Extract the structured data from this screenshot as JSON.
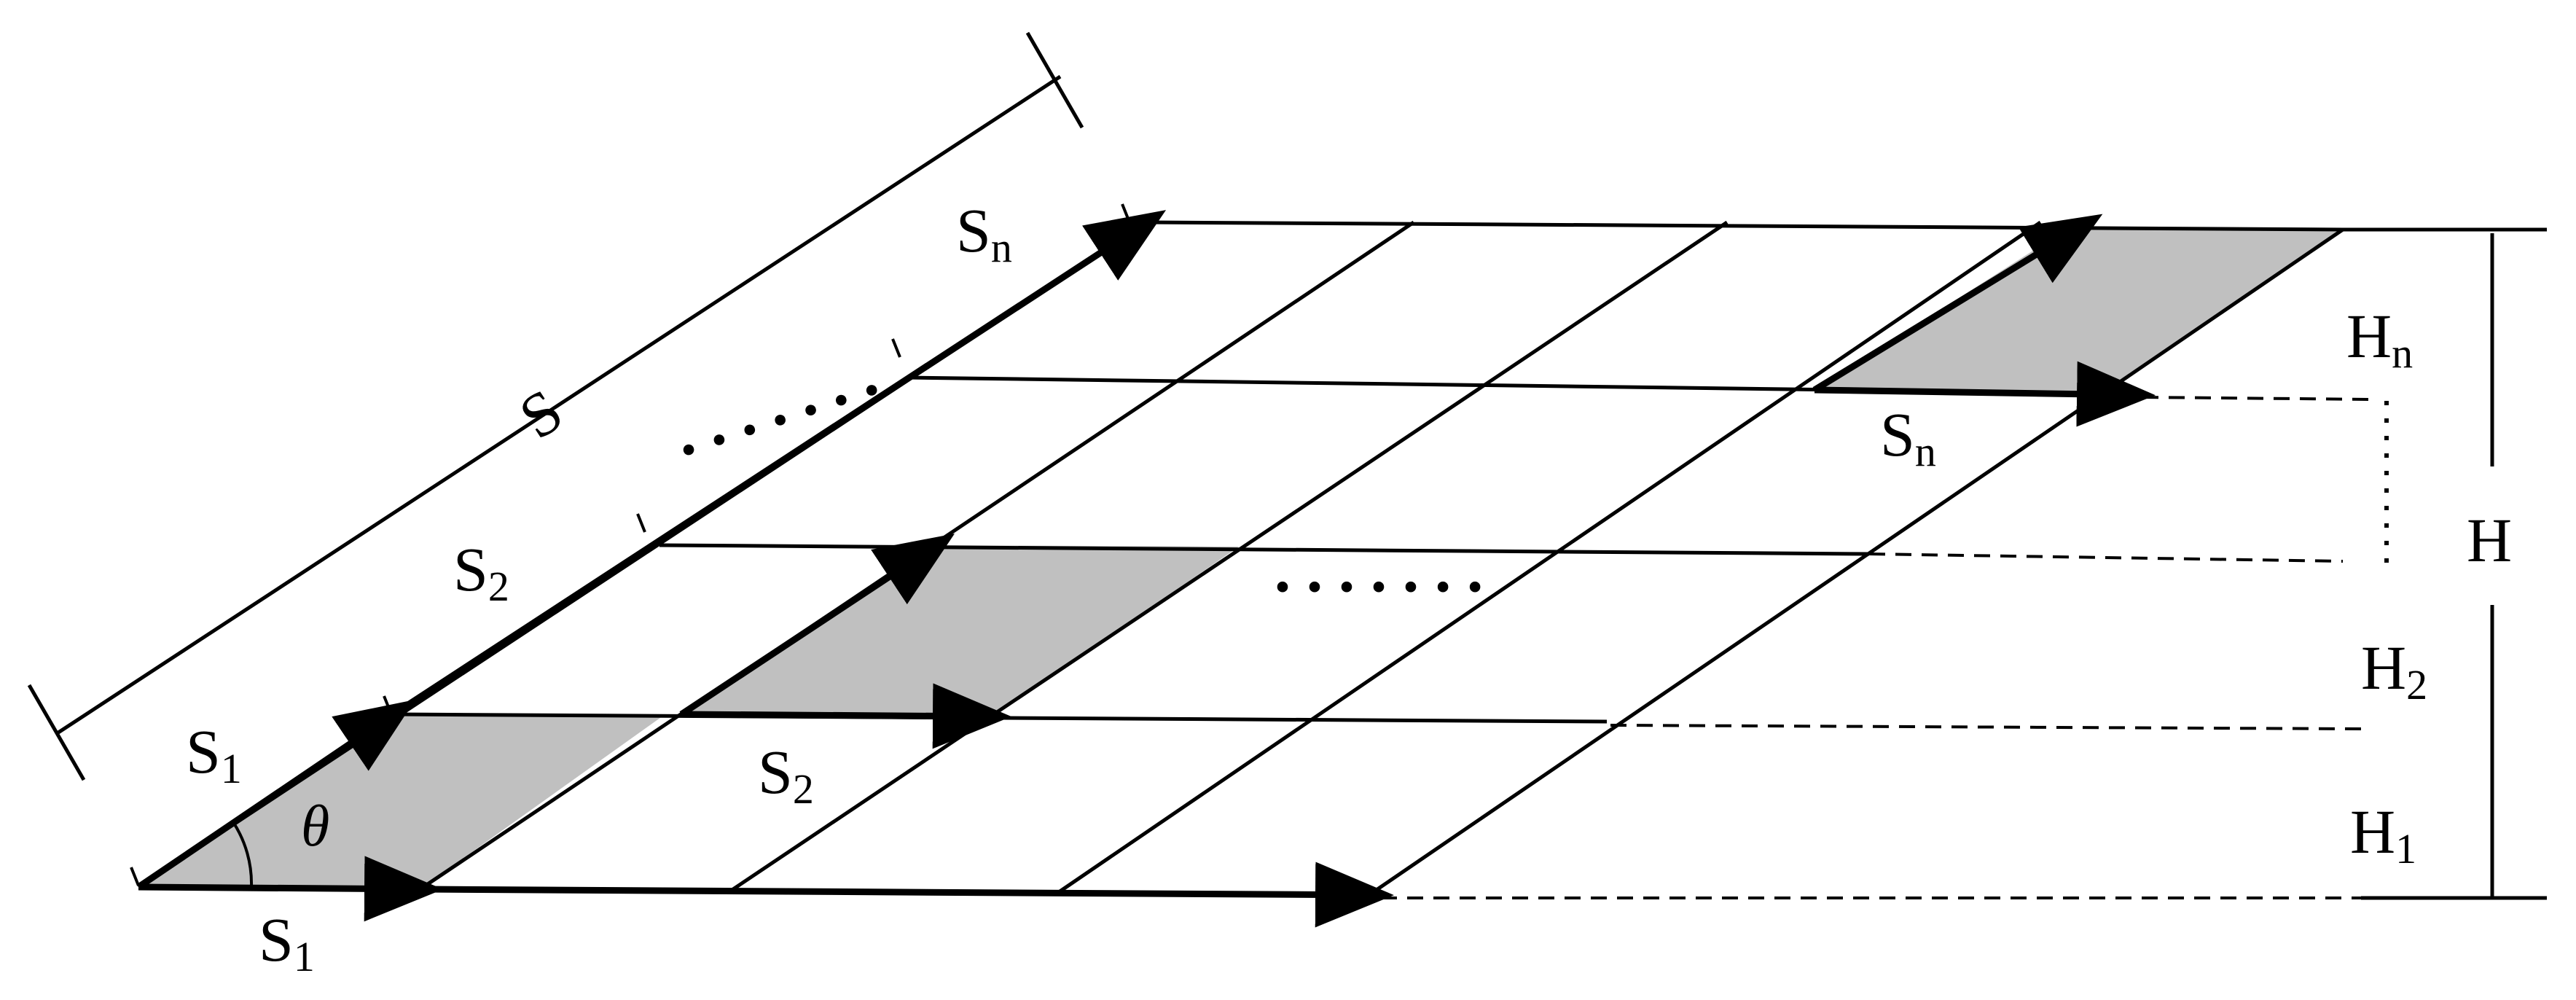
{
  "colors": {
    "line": "#000000",
    "shade": "#c0c0c0",
    "background": "#ffffff"
  },
  "labels": {
    "S": "S",
    "S1_slope": {
      "base": "S",
      "sub": "1"
    },
    "S2_slope": {
      "base": "S",
      "sub": "2"
    },
    "Sn_slope": {
      "base": "S",
      "sub": "n"
    },
    "S1_bottom": {
      "base": "S",
      "sub": "1"
    },
    "S2_mid": {
      "base": "S",
      "sub": "2"
    },
    "Sn_right": {
      "base": "S",
      "sub": "n"
    },
    "H": "H",
    "H1": {
      "base": "H",
      "sub": "1"
    },
    "H2": {
      "base": "H",
      "sub": "2"
    },
    "Hn": {
      "base": "H",
      "sub": "n"
    },
    "theta": "θ",
    "ellipsis_slope": "·······",
    "ellipsis_middle": "·······"
  }
}
